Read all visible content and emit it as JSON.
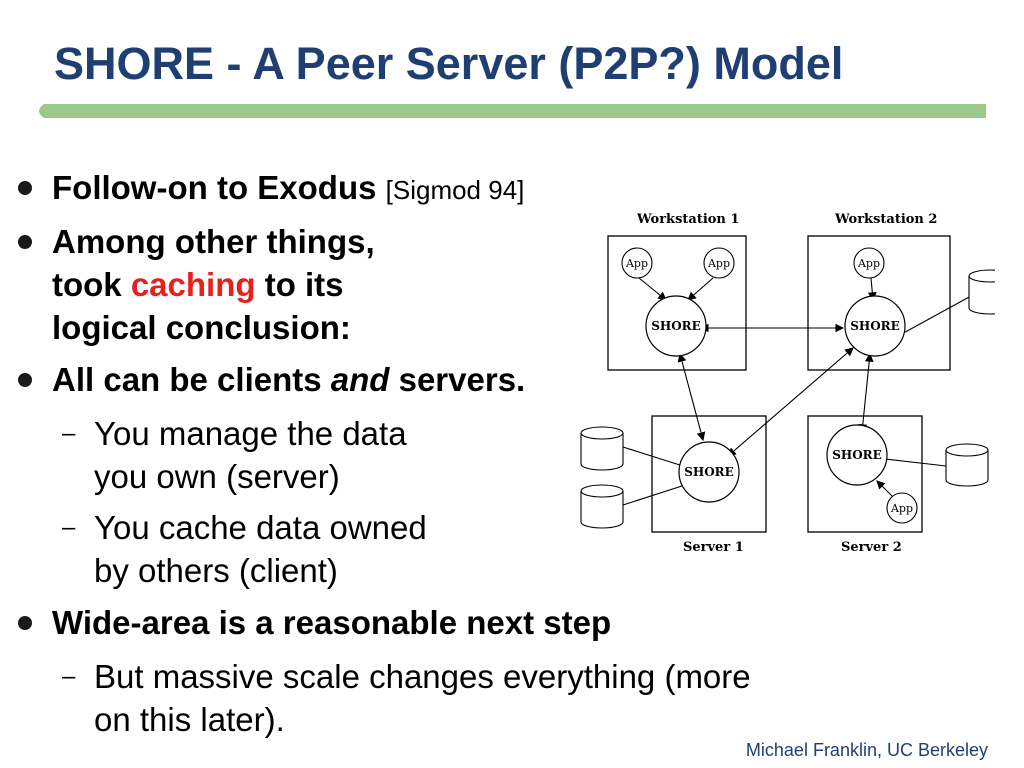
{
  "title": "SHORE - A Peer Server (P2P?) Model",
  "bullets": {
    "b1_bold": "Follow-on to Exodus",
    "b1_ref": "[Sigmod 94]",
    "b2_line1": "Among other things,",
    "b2_line2_pre": "took ",
    "b2_line2_red": "caching",
    "b2_line2_post": " to its",
    "b2_line3": "logical conclusion:",
    "b3_pre": "All can be clients ",
    "b3_ital": "and",
    "b3_post": " servers.",
    "s1_line1": "You manage the data",
    "s1_line2": "you own (server)",
    "s2_line1": "You cache data owned",
    "s2_line2": "by others (client)",
    "b4": "Wide-area is a reasonable next step",
    "s3_line1": "But massive scale changes everything (more",
    "s3_line2": "on this later)."
  },
  "sub_marker": "–",
  "diagram": {
    "workstation1": "Workstation 1",
    "workstation2": "Workstation 2",
    "server1": "Server 1",
    "server2": "Server 2",
    "shore": "SHORE",
    "app": "App"
  },
  "footer": "Michael Franklin, UC Berkeley",
  "colors": {
    "title": "#1f3f73",
    "accent_bar": "#9bc98a",
    "highlight": "#e8201b"
  }
}
